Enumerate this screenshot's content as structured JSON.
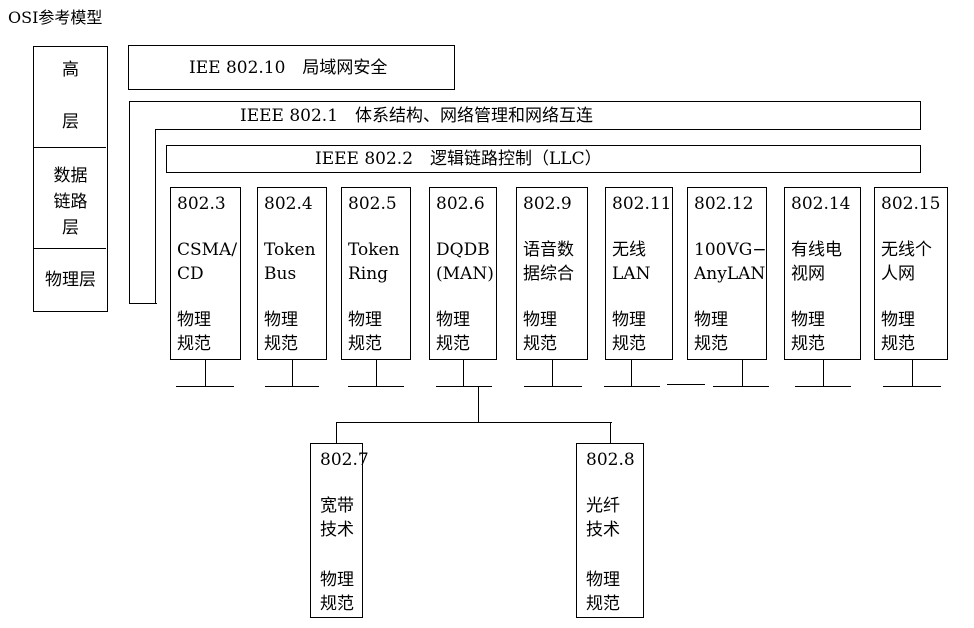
{
  "title": "OSI参考模型",
  "osi": {
    "high": "高\n\n层",
    "datalink": "数据\n链路\n层",
    "physical": "物理层"
  },
  "bars": {
    "b80210": "IEE 802.10　局域网安全",
    "b8021": "IEEE 802.1　体系结构、网络管理和网络互连",
    "b8022": "IEEE 802.2　逻辑链路控制（LLC）"
  },
  "standards": [
    {
      "id": "802.3",
      "desc": "CSMA/\nCD",
      "phys": "物理\n规范"
    },
    {
      "id": "802.4",
      "desc": "Token\nBus",
      "phys": "物理\n规范"
    },
    {
      "id": "802.5",
      "desc": "Token\nRing",
      "phys": "物理\n规范"
    },
    {
      "id": "802.6",
      "desc": "DQDB\n(MAN)",
      "phys": "物理\n规范"
    },
    {
      "id": "802.9",
      "desc": "语音数\n据综合",
      "phys": "物理\n规范"
    },
    {
      "id": "802.11",
      "desc": "无线\nLAN",
      "phys": "物理\n规范"
    },
    {
      "id": "802.12",
      "desc": "100VG−\nAnyLAN",
      "phys": "物理\n规范"
    },
    {
      "id": "802.14",
      "desc": "有线电\n视网",
      "phys": "物理\n规范"
    },
    {
      "id": "802.15",
      "desc": "无线个\n人网",
      "phys": "物理\n规范"
    }
  ],
  "sub_standards": [
    {
      "id": "802.7",
      "desc": "宽带\n技术",
      "phys": "物理\n规范"
    },
    {
      "id": "802.8",
      "desc": "光纤\n技术",
      "phys": "物理\n规范"
    }
  ]
}
